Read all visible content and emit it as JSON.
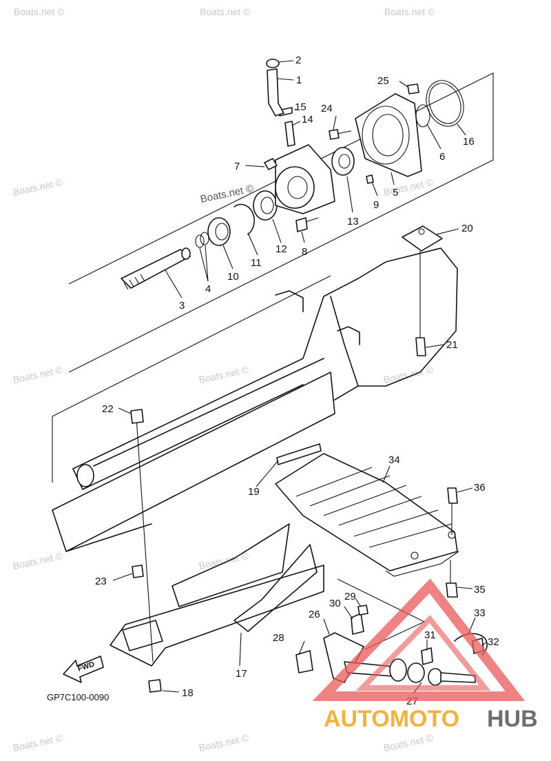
{
  "diagram_code": "GP7C100-0090",
  "fwd_label": "FWD",
  "watermark_text": "Boats.net ©",
  "brand": {
    "part1": "AUTOMOTO",
    "part2": "HUB",
    "color_primary": "#f0b43c",
    "color_secondary": "#6e6e6e",
    "triangle_color": "#e85a5a"
  },
  "callouts": [
    {
      "id": "1",
      "label": "1"
    },
    {
      "id": "2",
      "label": "2"
    },
    {
      "id": "3",
      "label": "3"
    },
    {
      "id": "4",
      "label": "4"
    },
    {
      "id": "5",
      "label": "5"
    },
    {
      "id": "6",
      "label": "6"
    },
    {
      "id": "7",
      "label": "7"
    },
    {
      "id": "8",
      "label": "8"
    },
    {
      "id": "9",
      "label": "9"
    },
    {
      "id": "10",
      "label": "10"
    },
    {
      "id": "11",
      "label": "11"
    },
    {
      "id": "12",
      "label": "12"
    },
    {
      "id": "13",
      "label": "13"
    },
    {
      "id": "14",
      "label": "14"
    },
    {
      "id": "15",
      "label": "15"
    },
    {
      "id": "16",
      "label": "16"
    },
    {
      "id": "17",
      "label": "17"
    },
    {
      "id": "18",
      "label": "18"
    },
    {
      "id": "19",
      "label": "19"
    },
    {
      "id": "20",
      "label": "20"
    },
    {
      "id": "21",
      "label": "21"
    },
    {
      "id": "22",
      "label": "22"
    },
    {
      "id": "23",
      "label": "23"
    },
    {
      "id": "24",
      "label": "24"
    },
    {
      "id": "25",
      "label": "25"
    },
    {
      "id": "26",
      "label": "26"
    },
    {
      "id": "27",
      "label": "27"
    },
    {
      "id": "28",
      "label": "28"
    },
    {
      "id": "29",
      "label": "29"
    },
    {
      "id": "30",
      "label": "30"
    },
    {
      "id": "31",
      "label": "31"
    },
    {
      "id": "32",
      "label": "32"
    },
    {
      "id": "33",
      "label": "33"
    },
    {
      "id": "34",
      "label": "34"
    },
    {
      "id": "35",
      "label": "35"
    },
    {
      "id": "36",
      "label": "36"
    }
  ]
}
